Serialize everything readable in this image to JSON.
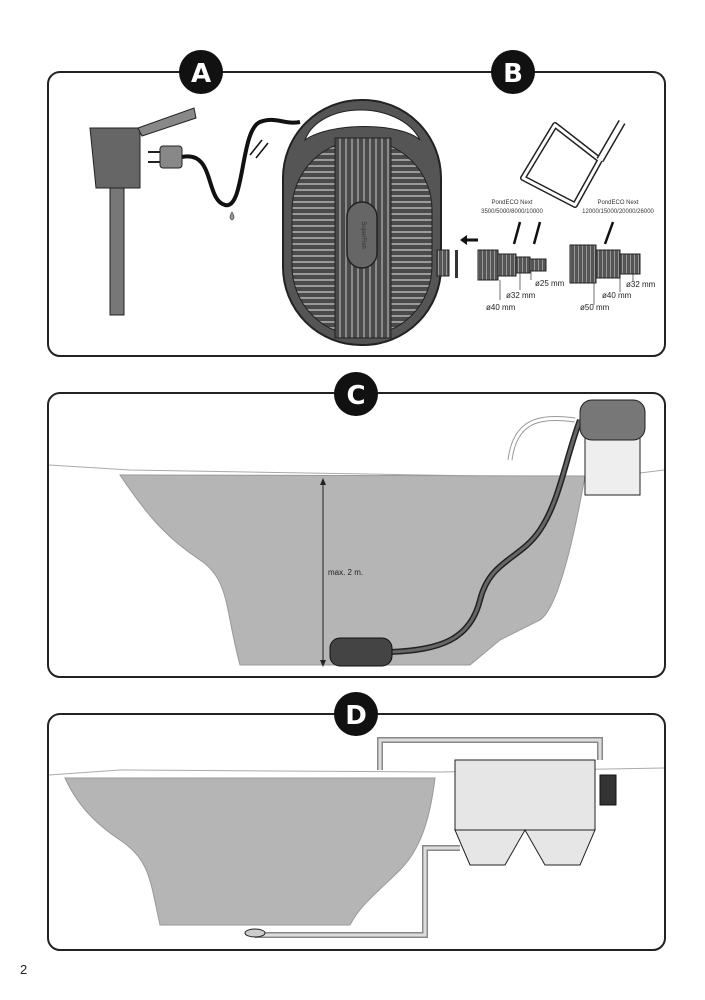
{
  "page_number": "2",
  "panels": {
    "A": {
      "badge": "A"
    },
    "B": {
      "badge": "B",
      "group1": {
        "model": "PondECO Next",
        "sizes": "3500/5000/8000/10000",
        "d1": "ø25 mm",
        "d2": "ø32 mm",
        "d3": "ø40 mm"
      },
      "group2": {
        "model": "PondECO Next",
        "sizes": "12000/15000/20000/26000",
        "d1": "ø32 mm",
        "d2": "ø40 mm",
        "d3": "ø50 mm"
      }
    },
    "C": {
      "badge": "C",
      "depth_label": "max. 2 m."
    },
    "D": {
      "badge": "D"
    }
  },
  "pump_logo": "SuperFish",
  "colors": {
    "pump": "#555555",
    "water": "#b5b5b5",
    "outline": "#222222",
    "badge": "#111111"
  }
}
